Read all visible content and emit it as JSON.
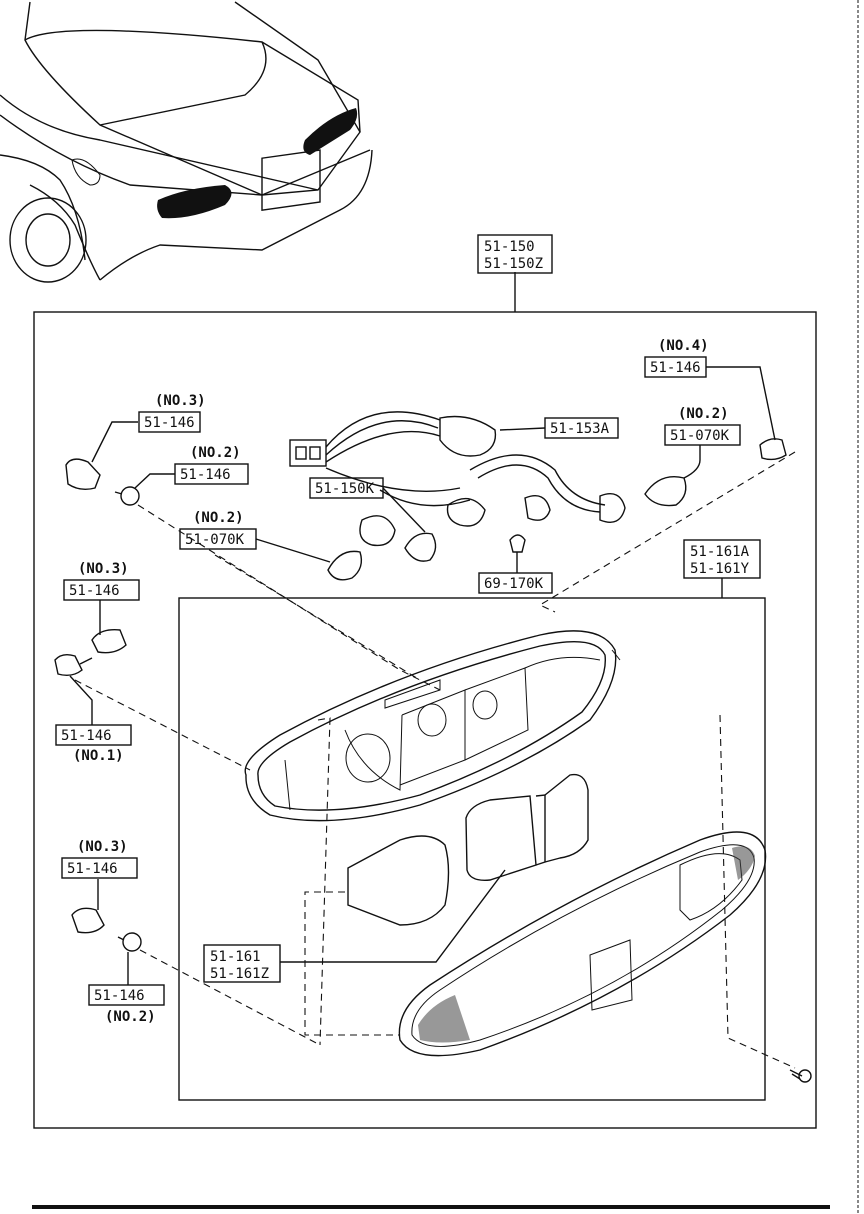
{
  "assembly": {
    "part_numbers": [
      "51-150",
      "51-150Z"
    ]
  },
  "lens_housing": {
    "part_numbers": [
      "51-161A",
      "51-161Y"
    ]
  },
  "lens_gasket": {
    "part_numbers": [
      "51-161",
      "51-161Z"
    ]
  },
  "harness": {
    "part_number": "51-153A"
  },
  "socket": {
    "part_number": "51-150K"
  },
  "small_bulb": {
    "part_number": "69-170K"
  },
  "bulb_right": {
    "part_number": "51-070K",
    "note": "(NO.2)"
  },
  "bulb_left": {
    "part_number": "51-070K",
    "note": "(NO.2)"
  },
  "fasteners": {
    "top_right": {
      "part_number": "51-146",
      "note": "(NO.4)"
    },
    "upper_left_a": {
      "part_number": "51-146",
      "note": "(NO.3)"
    },
    "upper_left_b": {
      "part_number": "51-146",
      "note": "(NO.2)"
    },
    "mid_left_a": {
      "part_number": "51-146",
      "note": "(NO.3)"
    },
    "mid_left_b": {
      "part_number": "51-146",
      "note": "(NO.1)"
    },
    "lower_left_a": {
      "part_number": "51-146",
      "note": "(NO.3)"
    },
    "lower_left_b": {
      "part_number": "51-146",
      "note": "(NO.2)"
    }
  }
}
